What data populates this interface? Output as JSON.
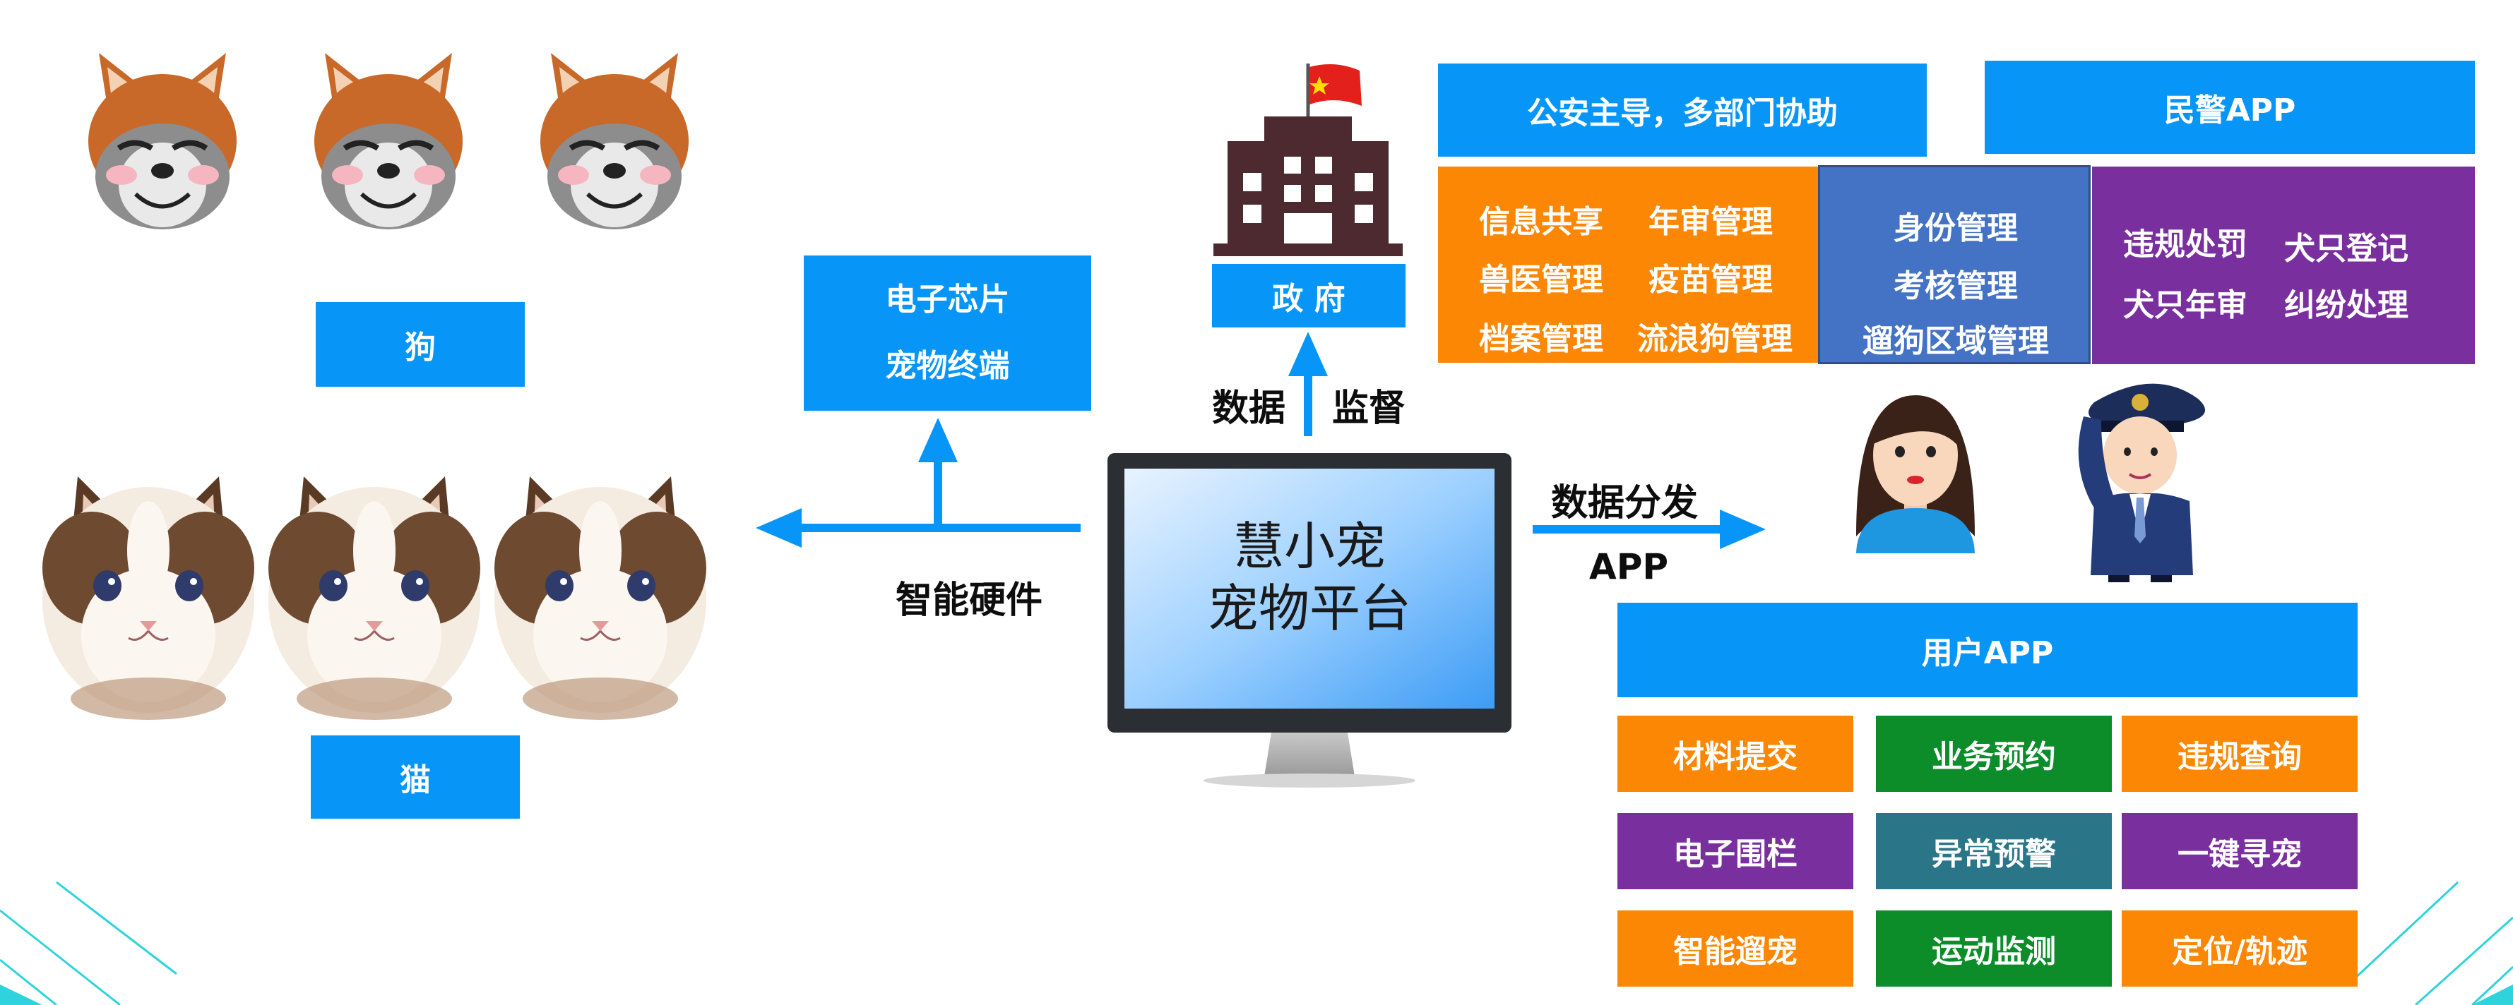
{
  "animals": {
    "dog_label": "狗",
    "cat_label": "猫"
  },
  "hardware": {
    "line1": "电子芯片",
    "line2": "宠物终端",
    "arrow_label": "智能硬件"
  },
  "government": {
    "label": "政 府",
    "data_label": "数据",
    "supervise_label": "监督"
  },
  "platform": {
    "line1": "慧小宠",
    "line2": "宠物平台"
  },
  "distribution": {
    "label": "数据分发",
    "app_label": "APP"
  },
  "police": {
    "header": "公安主导，多部门协助",
    "app_header": "民警APP",
    "orange_items": [
      "信息共享",
      "年审管理",
      "兽医管理",
      "疫苗管理",
      "档案管理",
      "流浪狗管理"
    ],
    "blue_items": [
      "身份管理",
      "考核管理",
      "遛狗区域管理"
    ],
    "purple_items": [
      "违规处罚",
      "犬只登记",
      "犬只年审",
      "纠纷处理"
    ]
  },
  "user_app": {
    "header": "用户APP",
    "buttons": [
      {
        "label": "材料提交",
        "color": "#fb8705"
      },
      {
        "label": "业务预约",
        "color": "#0c8d2a"
      },
      {
        "label": "违规查询",
        "color": "#fb8705"
      },
      {
        "label": "电子围栏",
        "color": "#7a2f9f"
      },
      {
        "label": "异常预警",
        "color": "#2a7688"
      },
      {
        "label": "一键寻宠",
        "color": "#7a2f9f"
      },
      {
        "label": "智能遛宠",
        "color": "#fb8705"
      },
      {
        "label": "运动监测",
        "color": "#0c8d2a"
      },
      {
        "label": "定位/轨迹",
        "color": "#fb8705"
      }
    ]
  },
  "colors": {
    "accent_blue": "#0796f7",
    "orange": "#fb8705",
    "purple": "#7a2f9f",
    "green": "#0c8d2a",
    "teal": "#2a7688",
    "mid_blue": "#4472c4"
  }
}
